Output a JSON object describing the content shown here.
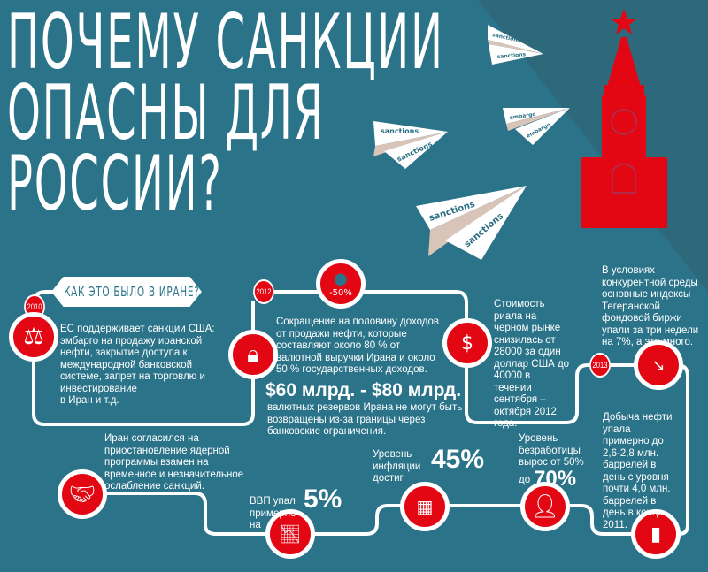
{
  "title": {
    "line1": "ПОЧЕМУ САНКЦИИ",
    "line2": "ОПАСНЫ ДЛЯ",
    "line3": "РОССИИ?"
  },
  "planes": {
    "sanctions": "sanctions",
    "embargo": "embargo"
  },
  "banner": "КАК ЭТО БЫЛО В ИРАНЕ?",
  "years": {
    "y2010": "2010",
    "y2012": "2012",
    "y2013": "2013"
  },
  "colors": {
    "background": "#2a7389",
    "accent": "#e30613"
  },
  "items": {
    "eu": "ЕС поддерживает санкции США:\nэмбарго на продажу иранской\nнефти, закрытие доступа к\nмеждународной банковской\nсистеме, запрет на торговлю и\nинвестирование\nв Иран и т.д.",
    "oil_badge": "-50%",
    "oil": "Сокращение на половину доходов\nот продажи нефти,  которые\nсоставляют около 80 % от\nвалютной выручки Ирана и около\n50 % государственных доходов.",
    "reserves_big": "$60 млрд. - $80 млрд.",
    "reserves": "валютных резервов Ирана  не могут быть\nвозвращены из-за границы через\nбанковские ограничения.",
    "rial": "Стоимость\nриала на\nчерном рынке\nснизилась от\n28000 за один\nдоллар США до\n40000 в\nтечении\nсентября –\nоктября 2012\nгода.",
    "stock": "В условиях\nконкурентной среды\nосновные индексы\nТегеранской\nфондовой биржи\nупали за три недели\nна 7%, а это много.",
    "production": "Добыча нефти\nупала\nпримерно до\n2,6-2,8 млн.\nбаррелей в\nдень с уровня\nпочти 4,0 млн.\nбаррелей в\nдень в конце\n2011.",
    "unemployment": "Уровень\nбезработицы\nвырос от 50%",
    "unemployment_to": "до",
    "unemployment_big": "70%",
    "inflation": "Уровень\nинфляции\nдостиг",
    "inflation_big": "45%",
    "gdp": "ВВП упал\nпримерно\nна",
    "gdp_big": "5%",
    "nuclear": "Иран согласился на\nприостановление ядерной\nпрограммы взамен на\nвременное и незначительное\nослабление санкций."
  }
}
